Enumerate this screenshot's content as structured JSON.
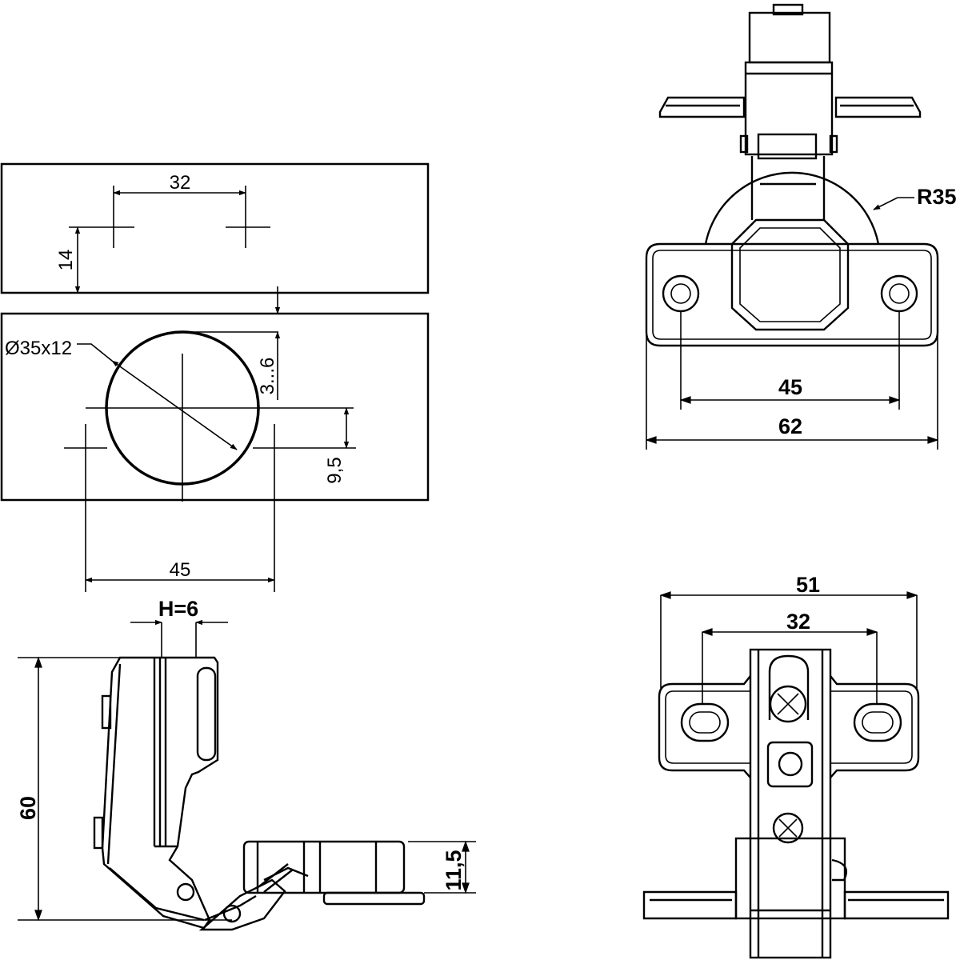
{
  "drilling_template": {
    "dim_32": "32",
    "dim_14": "14",
    "dim_cup": "Ø35x12",
    "dim_offset": "3...6",
    "dim_9_5": "9,5",
    "dim_45": "45"
  },
  "side_view": {
    "dim_h": "H=6",
    "dim_60": "60",
    "dim_11_5": "11,5"
  },
  "top_view": {
    "dim_r35": "R35",
    "dim_45": "45",
    "dim_62": "62"
  },
  "bottom_view": {
    "dim_51": "51",
    "dim_32": "32"
  }
}
